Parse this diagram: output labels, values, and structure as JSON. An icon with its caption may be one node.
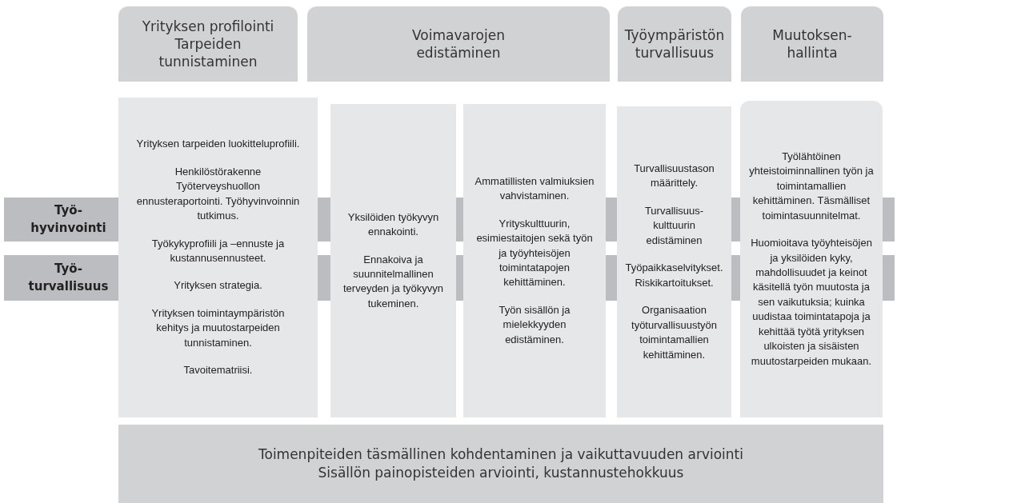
{
  "diagram": {
    "nodes": [
      {
        "text": [
          "Yrityksen profilointi",
          "Tarpeiden tunnistaminen"
        ]
      },
      {
        "text": [
          "Voimavarojen edistäminen"
        ]
      },
      {
        "text": [
          "Työympäristön turvallisuus"
        ]
      },
      {
        "text": [
          "Muutoksen- hallinta"
        ]
      },
      {
        "text": [
          "Työ- hyvinvointi"
        ]
      },
      {
        "text": [
          "Työ- turvallisuus"
        ]
      },
      {
        "text": [
          "Yrityksen tarpeiden luokitteluprofiili.",
          "Henkilöstörakenne Työterveyshuollon ennusteraportointi. Työhyvinvoinnin tutkimus.",
          "Työkykyprofiili ja –ennuste ja kustannusennusteet.",
          "Yrityksen strategia.",
          "Yrityksen toimintaympäristön kehitys ja muutostarpeiden tunnistaminen.",
          "Tavoitematriisi."
        ]
      },
      {
        "text": [
          "Yksilöiden työkyvyn ennakointi.",
          "Ennakoiva ja suunnitelmallinen terveyden ja työkyvyn tukeminen."
        ]
      },
      {
        "text": [
          "Ammatillisten valmiuksien vahvistaminen.",
          "Yrityskulttuurin, esimiestaitojen sekä työn ja työyhteisöjen toimintatapojen kehittäminen.",
          "Työn sisällön ja mielekkyyden edistäminen."
        ]
      },
      {
        "text": [
          "Turvallisuustason määrittely.",
          "Turvallisuus- kulttuurin edistäminen",
          "Työpaikkaselvitykset. Riskikartoitukset.",
          "Organisaation työturvallisuustyön toimintamallien kehittäminen."
        ]
      },
      {
        "text": [
          "Työlähtöinen yhteistoiminnallinen työn ja toimintamallien kehittäminen. Täsmälliset toimintasuunnitelmat.",
          "Huomioitava työyhteisöjen ja yksilöiden kyky, mahdollisuudet ja keinot käsitellä työn muutosta ja sen vaikutuksia; kuinka uudistaa toimintatapoja ja kehittää työtä yrityksen ulkoisten ja sisäisten muutostarpeiden mukaan."
        ]
      },
      {
        "text": [
          "Toimenpiteiden täsmällinen kohdentaminen ja vaikuttavuuden arviointi",
          "Sisällön painopisteiden arviointi, kustannustehokkuus"
        ]
      }
    ],
    "edges": []
  }
}
